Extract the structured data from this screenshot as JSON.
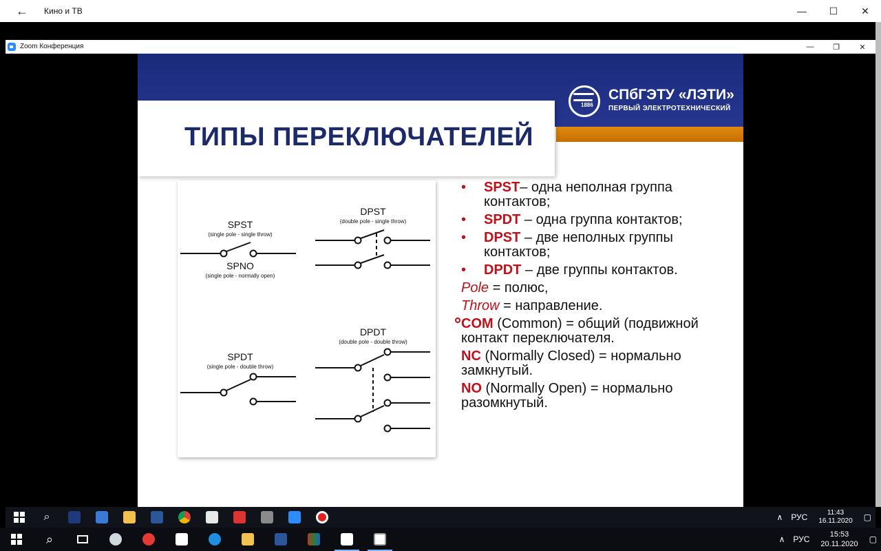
{
  "outer_window": {
    "title": "Кино и ТВ"
  },
  "zoom_window": {
    "title": "Zoom Конференция"
  },
  "slide": {
    "title": "ТИПЫ ПЕРЕКЛЮЧАТЕЛЕЙ",
    "logo_name": "СПбГЭТУ «ЛЭТИ»",
    "logo_sub": "ПЕРВЫЙ ЭЛЕКТРОТЕХНИЧЕСКИЙ",
    "logo_year": "1886",
    "diagram": {
      "spst_label": "SPST",
      "spst_sub": "(single pole - single throw)",
      "spno_label": "SPNO",
      "spno_sub": "(single pole - normally open)",
      "dpst_label": "DPST",
      "dpst_sub": "(double pole - single throw)",
      "spdt_label": "SPDT",
      "spdt_sub": "(single pole - double throw)",
      "dpdt_label": "DPDT",
      "dpdt_sub": "(double pole - double throw)"
    },
    "bullets": [
      {
        "key": "SPST",
        "text": "– одна неполная группа контактов;"
      },
      {
        "key": "SPDT",
        "text": " – одна группа контактов;"
      },
      {
        "key": "DPST",
        "text": " – две неполных группы контактов;"
      },
      {
        "key": "DPDT",
        "text": " – две группы контактов."
      }
    ],
    "bullet_marker": "•",
    "definitions": [
      {
        "key": "Pole",
        "text": " = полюс,"
      },
      {
        "key": "Throw",
        "text": " = направление."
      },
      {
        "key": "COM",
        "text": " (Common) = общий (подвижной контакт переключателя."
      },
      {
        "key": "NC",
        "text": " (Normally Closed) = нормально замкнутый."
      },
      {
        "key": "NO",
        "text": " (Normally Open) = нормально разомкнутый."
      }
    ]
  },
  "inner_taskbar": {
    "lang": "РУС",
    "time": "11:43",
    "date": "16.11.2020"
  },
  "outer_taskbar": {
    "lang": "РУС",
    "time": "15:53",
    "date": "20.11.2020"
  },
  "icons": {
    "back": "←",
    "minimize": "—",
    "maximize": "☐",
    "close": "✕",
    "restore": "❐",
    "search": "⌕",
    "chevron_up": "∧",
    "notification": "▢"
  }
}
